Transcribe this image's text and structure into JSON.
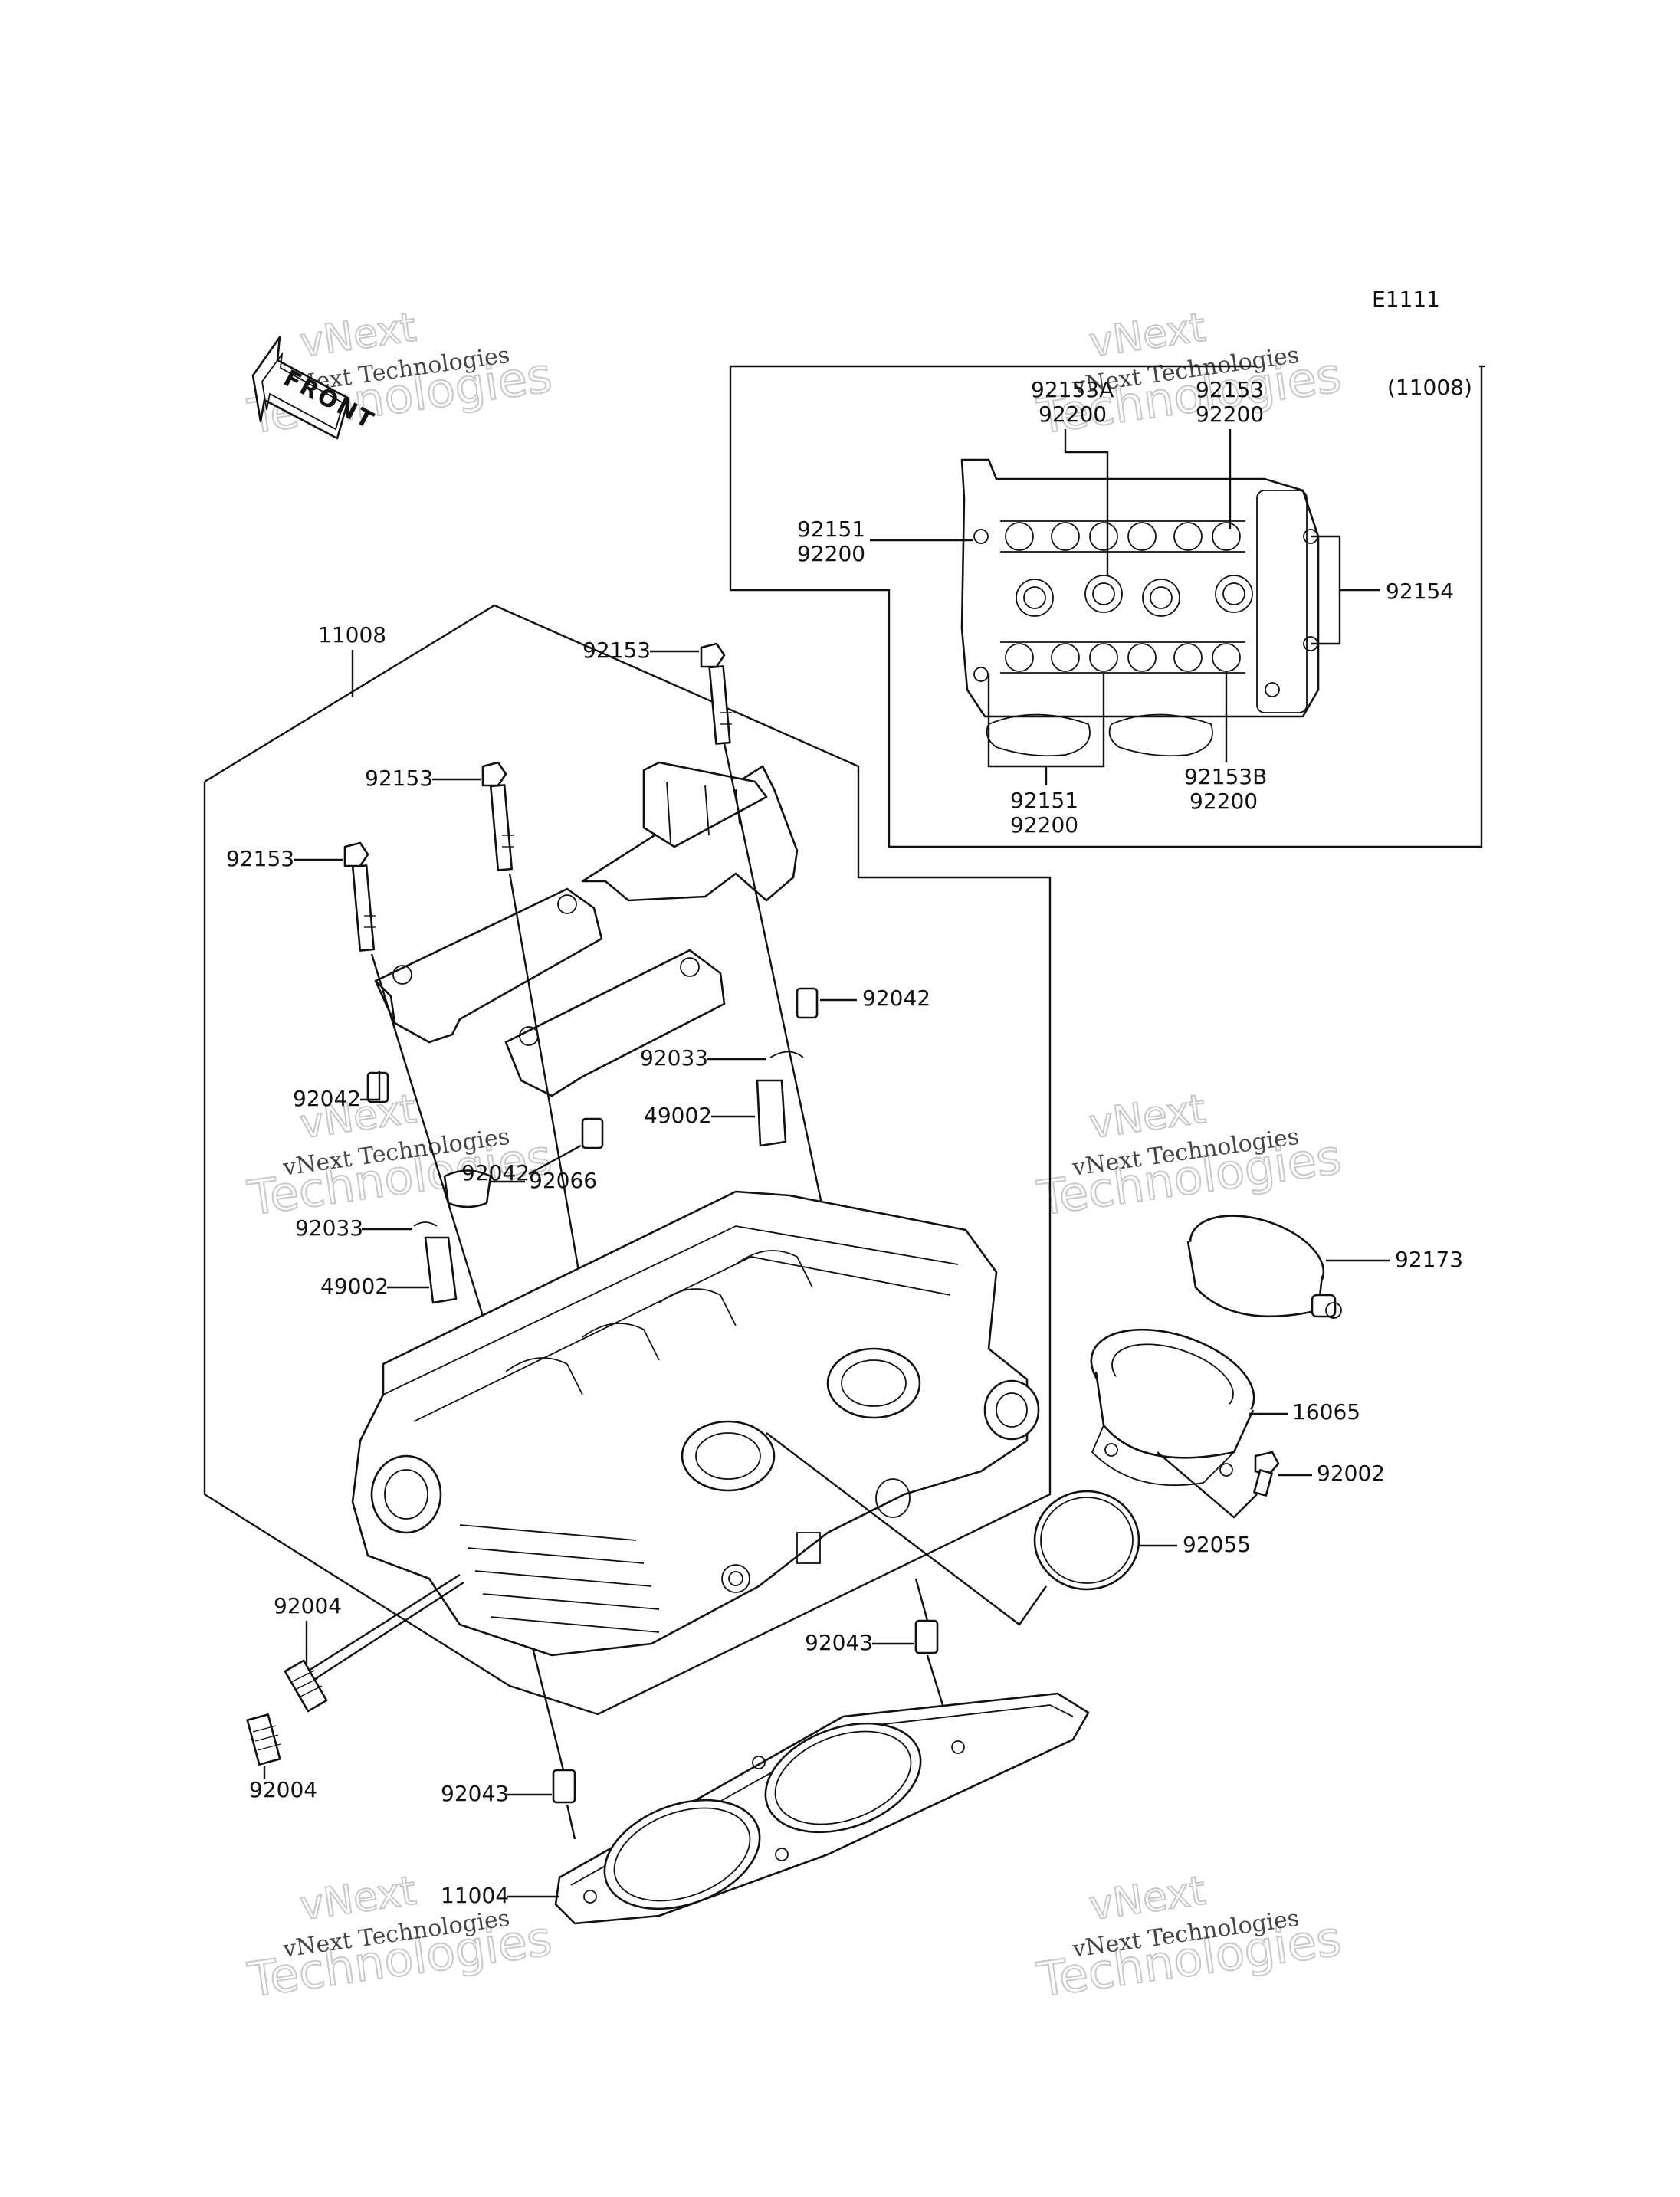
{
  "diagram_code": "E1111",
  "front_label": "FRONT",
  "inset": {
    "assembly_label": "(11008)",
    "callouts": [
      {
        "id": "c-92153a",
        "lines": [
          "92153A",
          "92200"
        ]
      },
      {
        "id": "c-92153",
        "lines": [
          "92153",
          "92200"
        ]
      },
      {
        "id": "c-92151-top",
        "lines": [
          "92151",
          "92200"
        ]
      },
      {
        "id": "c-92154",
        "lines": [
          "92154"
        ]
      },
      {
        "id": "c-92151-bot",
        "lines": [
          "92151",
          "92200"
        ]
      },
      {
        "id": "c-92153b",
        "lines": [
          "92153B",
          "92200"
        ]
      }
    ]
  },
  "parts": [
    {
      "id": "p-11008",
      "label": "11008"
    },
    {
      "id": "p-92153-a",
      "label": "92153"
    },
    {
      "id": "p-92153-b",
      "label": "92153"
    },
    {
      "id": "p-92153-c",
      "label": "92153"
    },
    {
      "id": "p-92042-a",
      "label": "92042"
    },
    {
      "id": "p-92033-a",
      "label": "92033"
    },
    {
      "id": "p-49002-a",
      "label": "49002"
    },
    {
      "id": "p-92042-b",
      "label": "92042"
    },
    {
      "id": "p-92042-c",
      "label": "92042"
    },
    {
      "id": "p-92066",
      "label": "92066"
    },
    {
      "id": "p-92033-b",
      "label": "92033"
    },
    {
      "id": "p-49002-b",
      "label": "49002"
    },
    {
      "id": "p-92173",
      "label": "92173"
    },
    {
      "id": "p-16065",
      "label": "16065"
    },
    {
      "id": "p-92002",
      "label": "92002"
    },
    {
      "id": "p-92055",
      "label": "92055"
    },
    {
      "id": "p-92004-a",
      "label": "92004"
    },
    {
      "id": "p-92004-b",
      "label": "92004"
    },
    {
      "id": "p-92043-a",
      "label": "92043"
    },
    {
      "id": "p-92043-b",
      "label": "92043"
    },
    {
      "id": "p-11004",
      "label": "11004"
    }
  ],
  "watermark": {
    "line1": "vNext",
    "line2": "Technologies",
    "caption": "vNext Technologies"
  }
}
